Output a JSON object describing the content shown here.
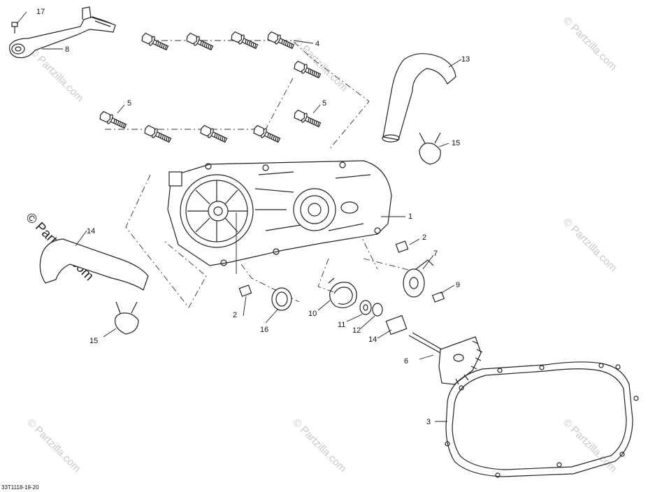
{
  "diagram_code": "33T1118-19-20",
  "watermark_text": "© Partzilla.com",
  "callouts": [
    {
      "id": "c1",
      "text": "1"
    },
    {
      "id": "c2a",
      "text": "2"
    },
    {
      "id": "c2b",
      "text": "2"
    },
    {
      "id": "c3",
      "text": "3"
    },
    {
      "id": "c4",
      "text": "4"
    },
    {
      "id": "c5a",
      "text": "5"
    },
    {
      "id": "c5b",
      "text": "5"
    },
    {
      "id": "c6",
      "text": "6"
    },
    {
      "id": "c7",
      "text": "7"
    },
    {
      "id": "c8",
      "text": "8"
    },
    {
      "id": "c9",
      "text": "9"
    },
    {
      "id": "c10",
      "text": "10"
    },
    {
      "id": "c11",
      "text": "11"
    },
    {
      "id": "c12",
      "text": "12"
    },
    {
      "id": "c13",
      "text": "13"
    },
    {
      "id": "c14a",
      "text": "14"
    },
    {
      "id": "c14b",
      "text": "14"
    },
    {
      "id": "c15a",
      "text": "15"
    },
    {
      "id": "c15b",
      "text": "15"
    },
    {
      "id": "c16",
      "text": "16"
    },
    {
      "id": "c17",
      "text": "17"
    }
  ]
}
